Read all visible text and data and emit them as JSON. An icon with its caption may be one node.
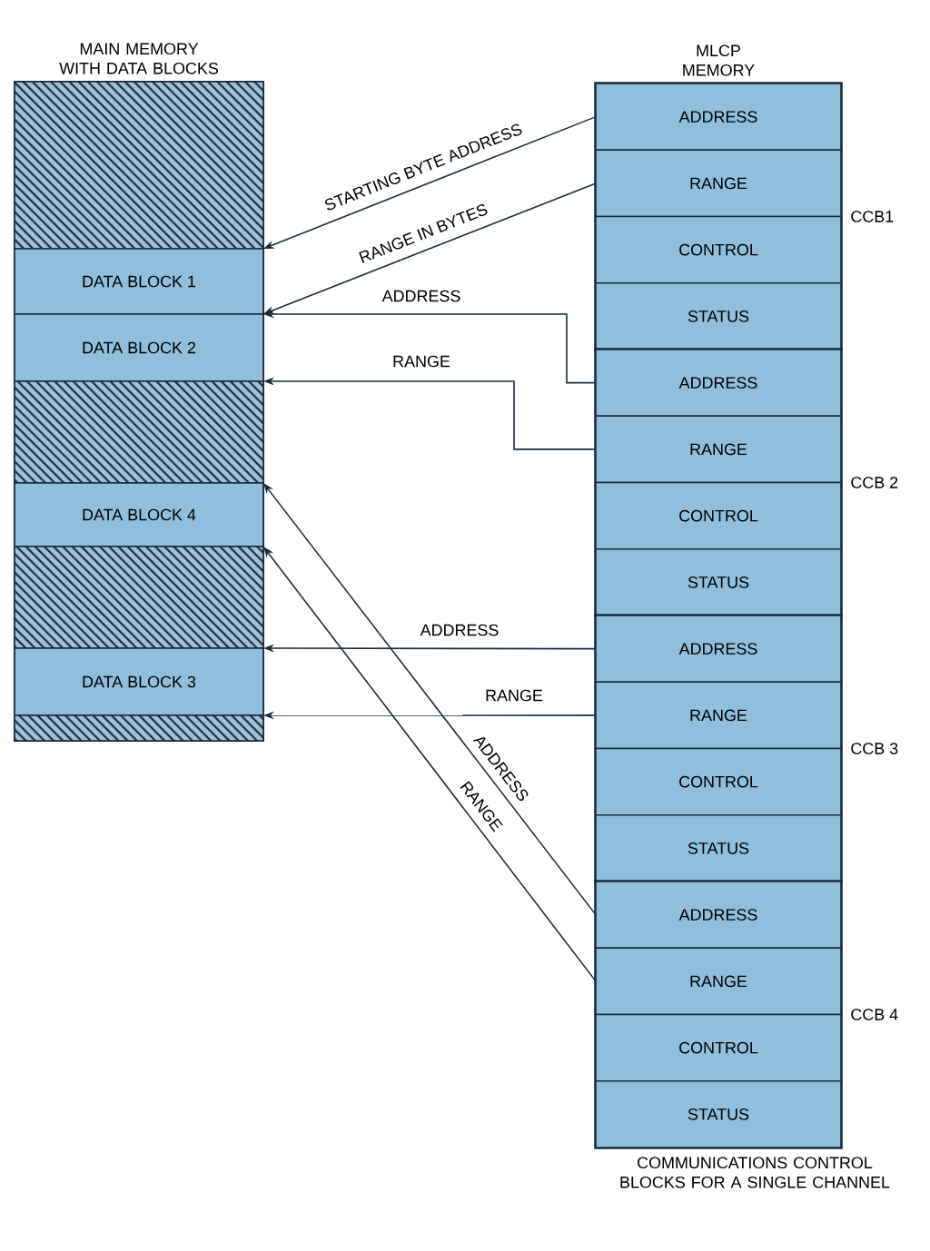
{
  "diagram": {
    "nodes": [
      {
        "text": [
          "MAIN MEMORY WITH DATA BLOCKS"
        ]
      },
      {
        "text": [],
        "shape": "box",
        "in": 0
      },
      {
        "text": [
          "DATA BLOCK 1"
        ],
        "in": 0
      },
      {
        "text": [
          "DATA BLOCK 2"
        ],
        "in": 0
      },
      {
        "text": [],
        "shape": "box",
        "in": 0
      },
      {
        "text": [
          "DATA BLOCK 4"
        ],
        "in": 0
      },
      {
        "text": [],
        "shape": "box",
        "in": 0
      },
      {
        "text": [
          "DATA BLOCK 3"
        ],
        "in": 0
      },
      {
        "text": [],
        "shape": "box",
        "in": 0
      },
      {
        "text": [
          "MLCP MEMORY"
        ],
        "beside": [
          "COMMUNICATIONS CONTROL BLOCKS FOR A SINGLE CHANNEL"
        ]
      },
      {
        "text": [
          "CCB1"
        ],
        "in": 9
      },
      {
        "text": [
          "ADDRESS"
        ],
        "in": 10
      },
      {
        "text": [
          "RANGE"
        ],
        "in": 10
      },
      {
        "text": [
          "CONTROL"
        ],
        "in": 10
      },
      {
        "text": [
          "STATUS"
        ],
        "in": 10
      },
      {
        "text": [
          "CCB 2"
        ],
        "in": 9
      },
      {
        "text": [
          "ADDRESS"
        ],
        "in": 15
      },
      {
        "text": [
          "RANGE"
        ],
        "in": 15
      },
      {
        "text": [
          "CONTROL"
        ],
        "in": 15
      },
      {
        "text": [
          "STATUS"
        ],
        "in": 15
      },
      {
        "text": [
          "CCB 3"
        ],
        "in": 9
      },
      {
        "text": [
          "ADDRESS"
        ],
        "in": 20
      },
      {
        "text": [
          "RANGE"
        ],
        "in": 20
      },
      {
        "text": [
          "CONTROL"
        ],
        "in": 20
      },
      {
        "text": [
          "STATUS"
        ],
        "in": 20
      },
      {
        "text": [
          "CCB 4"
        ],
        "in": 9
      },
      {
        "text": [
          "ADDRESS"
        ],
        "in": 25
      },
      {
        "text": [
          "RANGE"
        ],
        "in": 25
      },
      {
        "text": [
          "CONTROL"
        ],
        "in": 25
      },
      {
        "text": [
          "STATUS"
        ],
        "in": 25
      }
    ],
    "edges": [
      {
        "from": 11,
        "to": 2,
        "arrow": "to",
        "label": "STARTING BYTE ADDRESS"
      },
      {
        "from": 12,
        "to": 2,
        "arrow": "to",
        "label": "RANGE IN BYTES"
      },
      {
        "from": 16,
        "to": 3,
        "arrow": "to",
        "label": "ADDRESS"
      },
      {
        "from": 17,
        "to": 3,
        "arrow": "to",
        "label": "RANGE"
      },
      {
        "from": 21,
        "to": 7,
        "arrow": "to",
        "label": "ADDRESS"
      },
      {
        "from": 22,
        "to": 7,
        "arrow": "to",
        "label": "RANGE"
      },
      {
        "from": 26,
        "to": 5,
        "arrow": "to",
        "label": "ADDRESS"
      },
      {
        "from": 27,
        "to": 5,
        "arrow": "to",
        "label": "RANGE"
      }
    ]
  }
}
